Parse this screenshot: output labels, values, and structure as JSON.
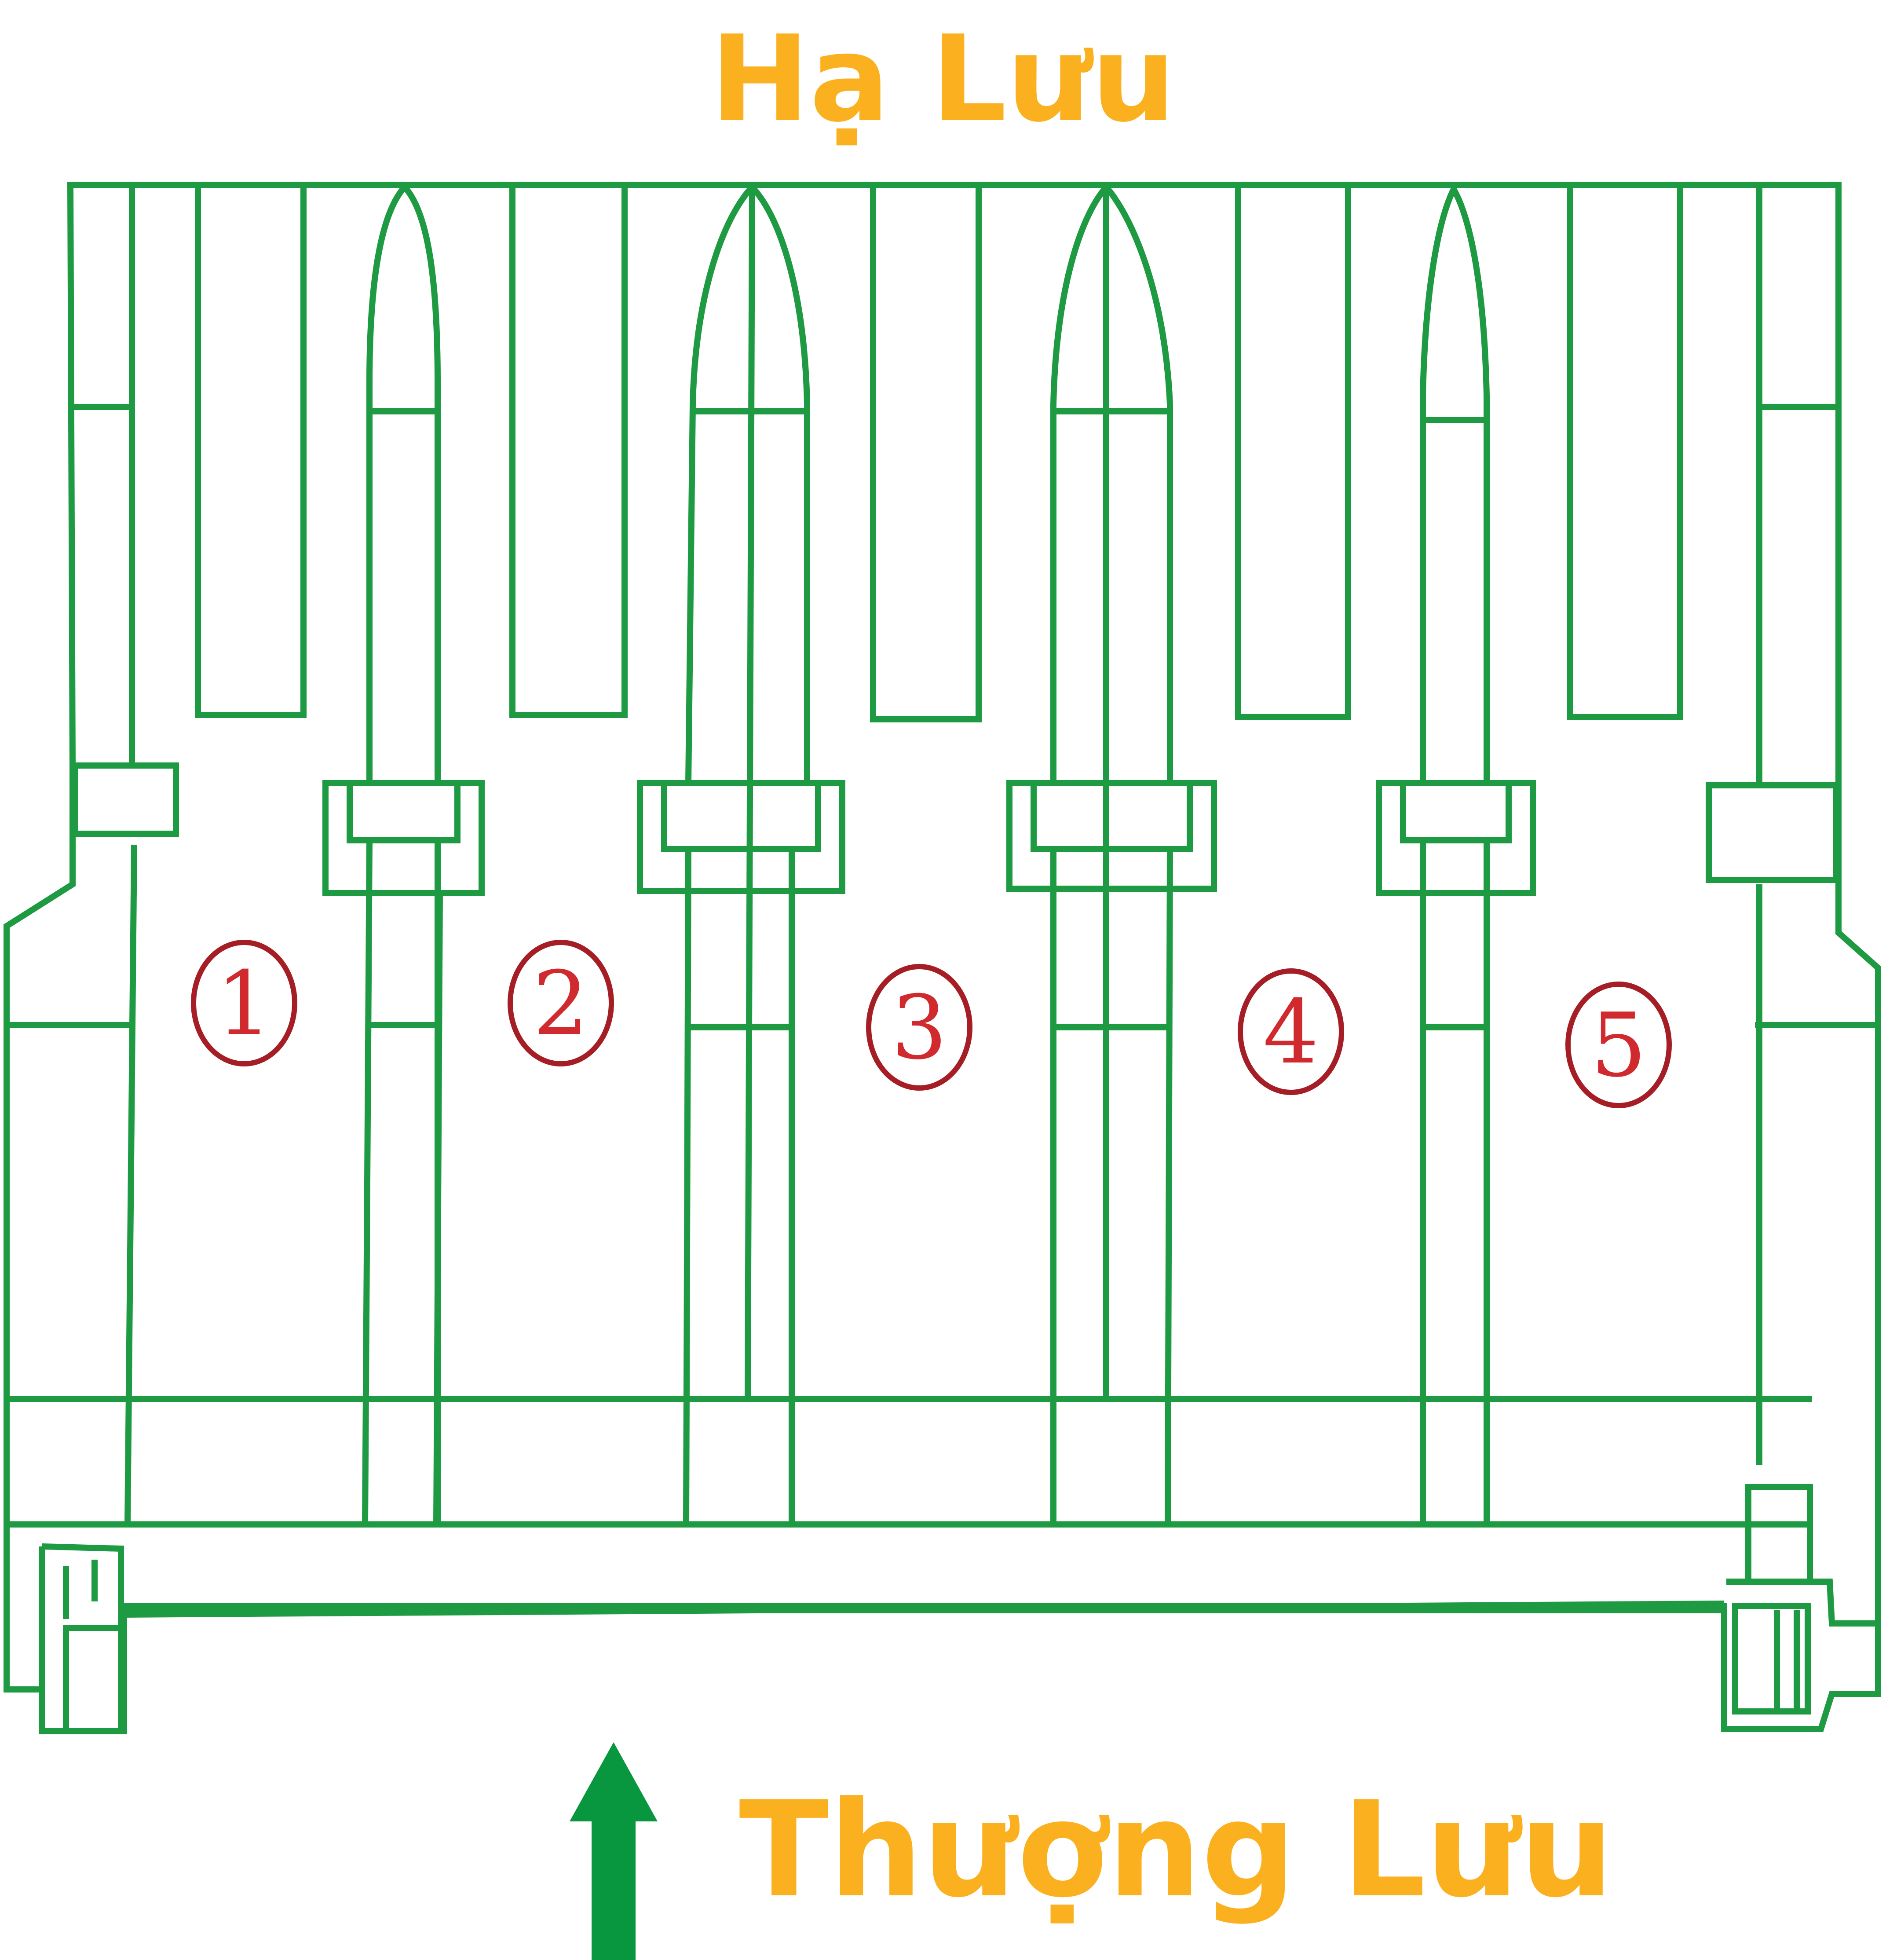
{
  "labels": {
    "downstream": "Hạ Lưu",
    "upstream": "Thượng Lưu"
  },
  "bays": [
    "1",
    "2",
    "3",
    "4",
    "5"
  ],
  "colors": {
    "outline": "#1e9a43",
    "arrow": "#08963e",
    "label": "#fbb11f",
    "bay_number": "#d02a2f",
    "bay_circle": "#a51d25"
  },
  "icons": {
    "flow_direction": "arrow-up-icon"
  }
}
